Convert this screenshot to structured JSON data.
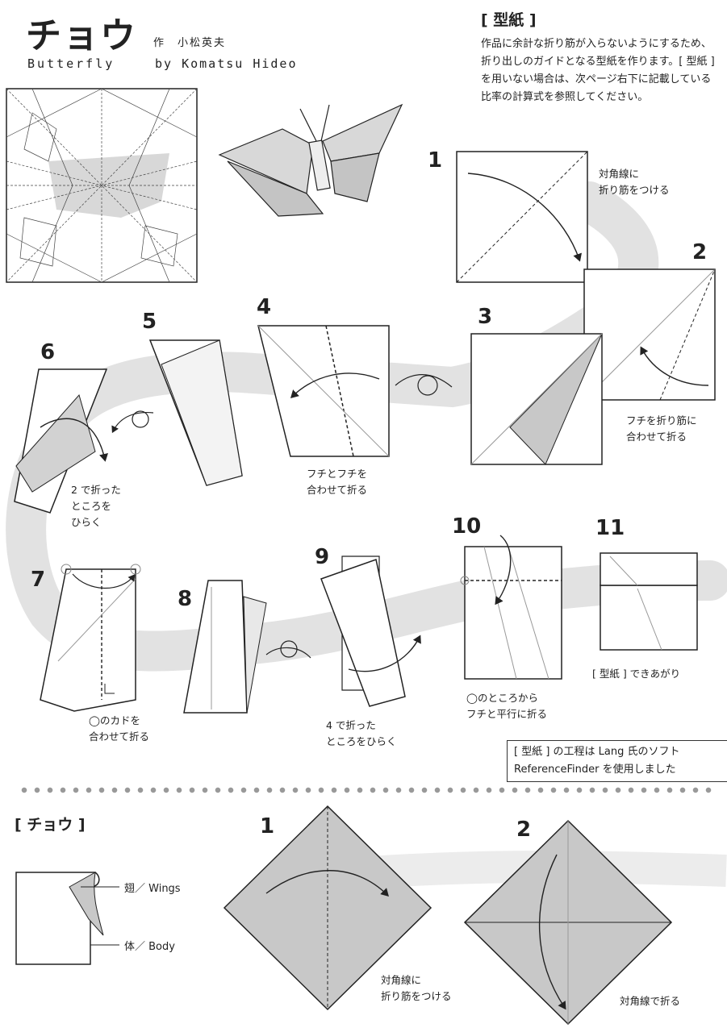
{
  "header": {
    "title": "チョウ",
    "title_en": "Butterfly",
    "author_ja": "作　小松英夫",
    "author_en": "by Komatsu Hideo"
  },
  "katagami": {
    "heading": "[ 型紙 ]",
    "description": "作品に余計な折り筋が入らないようにするため、折り出しのガイドとなる型紙を作ります。[ 型紙 ] を用いない場合は、次ページ右下に記載している比率の計算式を参照してください。"
  },
  "steps": {
    "s1": {
      "num": "1",
      "note_l1": "対角線に",
      "note_l2": "折り筋をつける"
    },
    "s2": {
      "num": "2",
      "note_l1": "フチを折り筋に",
      "note_l2": "合わせて折る"
    },
    "s3": {
      "num": "3"
    },
    "s4": {
      "num": "4",
      "note_l1": "フチとフチを",
      "note_l2": "合わせて折る"
    },
    "s5": {
      "num": "5"
    },
    "s6": {
      "num": "6",
      "note_l1": "2 で折った",
      "note_l2": "ところを",
      "note_l3": "ひらく"
    },
    "s7": {
      "num": "7",
      "note_l1": "◯のカドを",
      "note_l2": "合わせて折る"
    },
    "s8": {
      "num": "8"
    },
    "s9": {
      "num": "9",
      "note_l1": "4 で折った",
      "note_l2": "ところをひらく"
    },
    "s10": {
      "num": "10",
      "note_l1": "◯のところから",
      "note_l2": "フチと平行に折る"
    },
    "s11": {
      "num": "11",
      "note_l1": "[ 型紙 ] できあがり"
    }
  },
  "reference_note": {
    "l1": "[ 型紙 ] の工程は Lang 氏のソフト",
    "l2": "ReferenceFinder を使用しました"
  },
  "butterfly_section": {
    "heading": "[ チョウ ]",
    "legend_wings": "翅／ Wings",
    "legend_body": "体／ Body",
    "b1": {
      "num": "1",
      "note_l1": "対角線に",
      "note_l2": "折り筋をつける"
    },
    "b2": {
      "num": "2",
      "note_l1": "対角線で折る"
    }
  },
  "colors": {
    "paper_gray": "#c8c8c8",
    "band_gray": "#e2e2e2",
    "line": "#333333"
  }
}
